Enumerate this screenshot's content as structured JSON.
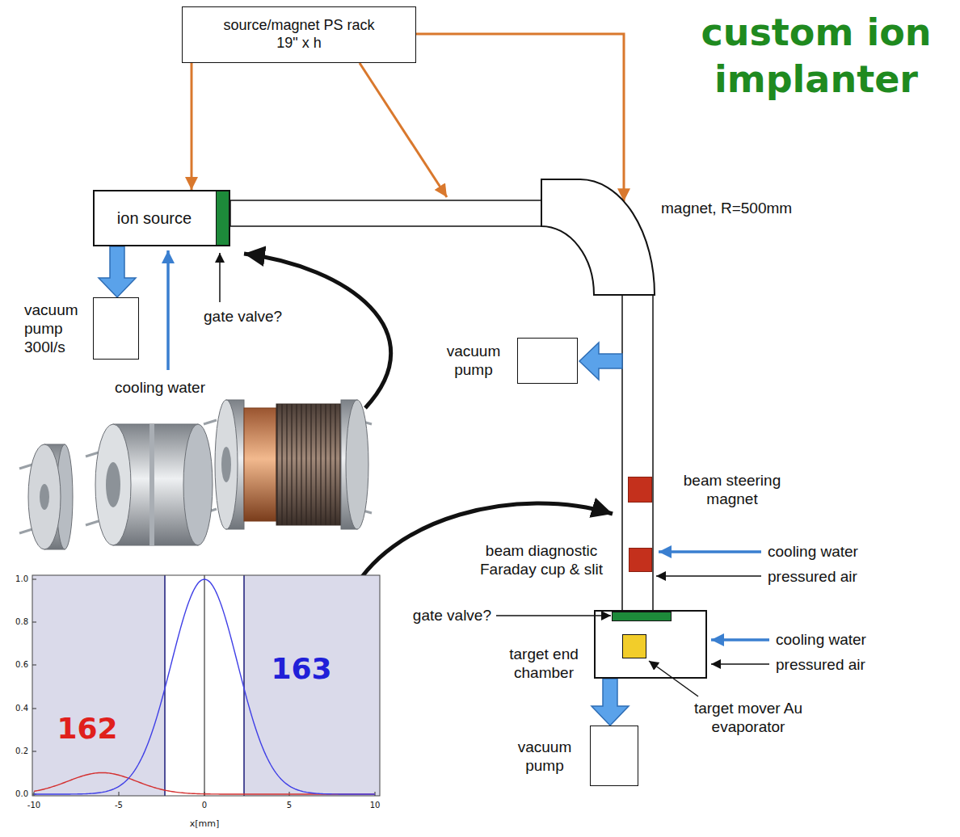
{
  "diagram": {
    "title": "custom ion implanter",
    "nodes": [
      {
        "text": [
          "source/magnet PS rack 19\" x h"
        ]
      },
      {
        "text": [
          "ion source"
        ]
      },
      {
        "text": [
          "magnet, R=500mm"
        ]
      },
      {
        "text": [
          "vacuum pump 300l/s"
        ]
      },
      {
        "text": [
          "vacuum pump"
        ]
      },
      {
        "text": [
          "beam steering magnet"
        ]
      },
      {
        "text": [
          "beam diagnostic Faraday cup & slit"
        ]
      },
      {
        "text": [
          "target end chamber"
        ]
      },
      {
        "text": [
          "target mover Au evaporator"
        ],
        "in": 7
      },
      {
        "text": [
          "vacuum pump"
        ]
      }
    ],
    "edges": [
      {
        "from": 0,
        "to": 1,
        "arrow": "to"
      },
      {
        "from": 0,
        "to": 2,
        "arrow": "to"
      },
      {
        "from": 1,
        "to": 3,
        "arrow": "to"
      },
      {
        "from": 7,
        "to": 9,
        "arrow": "to"
      }
    ],
    "labels": [
      "gate valve?",
      "cooling water",
      "gate valve?",
      "cooling water",
      "pressured air",
      "cooling water",
      "pressured air",
      "1.0",
      "0.8",
      "0.6",
      "0.4",
      "0.2",
      "0.0",
      "-10",
      "-5",
      "0",
      "5",
      "10",
      "x[mm]",
      "162",
      "163"
    ]
  }
}
